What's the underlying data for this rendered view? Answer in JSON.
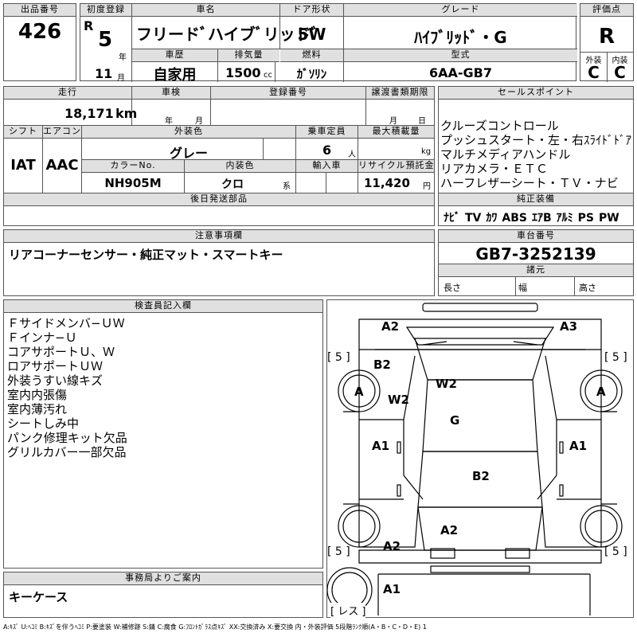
{
  "lot": {
    "label": "出品番号",
    "value": "426"
  },
  "first_reg": {
    "label": "初度登録",
    "era": "R",
    "year": "5",
    "year_unit": "年",
    "month": "11",
    "month_unit": "月"
  },
  "car": {
    "name_label": "車名",
    "name": "フリードﾞハイブﾞリッドﾞ",
    "history_label": "車歴",
    "history": "自家用",
    "displacement_label": "排気量",
    "displacement": "1500",
    "cc": "cc"
  },
  "door": {
    "label": "ドア形状",
    "value": "5W"
  },
  "fuel": {
    "label": "燃料",
    "value": "ｶﾞｿﾘﾝ"
  },
  "grade": {
    "label": "グレード",
    "value": "ﾊｲﾌﾞﾘｯﾄﾞ・G"
  },
  "model": {
    "label": "型式",
    "value": "6AA-GB7"
  },
  "score": {
    "label": "評価点",
    "value": "R",
    "ext_label": "外装",
    "ext": "C",
    "int_label": "内装",
    "int": "C"
  },
  "mileage": {
    "label": "走行",
    "value": "18,171",
    "unit": "km"
  },
  "shaken": {
    "label": "車検",
    "year_unit": "年",
    "month_unit": "月"
  },
  "plate": {
    "label": "登録番号"
  },
  "transfer": {
    "label": "譲渡書類期限",
    "month_unit": "月",
    "day_unit": "日"
  },
  "shift": {
    "label": "シフト",
    "value": "IAT"
  },
  "ac": {
    "label": "エアコン",
    "value": "AAC"
  },
  "exterior_color": {
    "label": "外装色",
    "value": "グレー"
  },
  "capacity": {
    "label": "乗車定員",
    "value": "6",
    "unit": "人"
  },
  "load": {
    "label": "最大積載量",
    "unit": "kg"
  },
  "color_no": {
    "label": "カラーNo.",
    "value": "NH905M"
  },
  "interior_color": {
    "label": "内装色",
    "value": "クロ",
    "suffix": "系"
  },
  "import": {
    "label": "輸入車"
  },
  "recycle": {
    "label": "リサイクル預託金",
    "value": "11,420",
    "unit": "円"
  },
  "later_parts": {
    "label": "後日発送部品"
  },
  "sales_points": {
    "label": "セールスポイント",
    "items": [
      "クルーズコントロール",
      "プッシュスタート・左・右ｽﾗｲﾄﾞﾄﾞｱ",
      "マルチメディアハンドル",
      "リアカメラ・ＥＴＣ",
      "ハーフレザーシート・ＴＶ・ナビ"
    ]
  },
  "equipment": {
    "label": "純正装備",
    "items": [
      "ﾅﾋﾞ",
      "TV",
      "ｶﾜ",
      "ABS",
      "ｴｱB",
      "ｱﾙﾐ",
      "PS",
      "PW"
    ]
  },
  "notes": {
    "label": "注意事項欄",
    "value": "リアコーナーセンサー・純正マット・スマートキー"
  },
  "chassis": {
    "label": "車台番号",
    "value": "GB7-3252139"
  },
  "specs": {
    "label": "諸元",
    "length": "長さ",
    "width": "幅",
    "height": "高さ"
  },
  "inspector": {
    "label": "検査員記入欄",
    "items": [
      "Ｆサイドメンバ−ＵＷ",
      "Ｆインナ−Ｕ",
      "コアサポートＵ、Ｗ",
      "ロアサポートＵＷ",
      "外装うすい線キズ",
      "室内内張傷",
      "室内薄汚れ",
      "シートしみ中",
      "パンク修理キット欠品",
      "グリルカバー一部欠品"
    ]
  },
  "office": {
    "label": "事務局よりご案内",
    "value": "キーケース"
  },
  "diagram": {
    "marks": {
      "front_left": "A2",
      "front_right": "A3",
      "fender_left": "B2",
      "wheel_fl": "A",
      "wheel_fr": "A",
      "pillar": "W2",
      "windshield": "W2",
      "roof": "G",
      "door_l": "A1",
      "door_r": "A1",
      "rear_roof": "B2",
      "tailgate": "A2",
      "rear_left": "A2",
      "rear_bumper": "A1",
      "tire_fl": "5",
      "tire_fr": "5",
      "tire_rl": "5",
      "tire_rr": "5",
      "spare": "レス"
    }
  },
  "legend": "A:ｷｽﾞ U:ﾍｺﾐ B:ｷｽﾞを伴うﾍｺﾐ P:要塗装 W:補修跡 S:錆 C:腐食 G:ﾌﾛﾝﾄｶﾞﾗｽ点ｷｽﾞ XX:交換済み X:要交換 内・外装評価 5段階ﾗﾝｸ順(A・B・C・D・E) 1"
}
